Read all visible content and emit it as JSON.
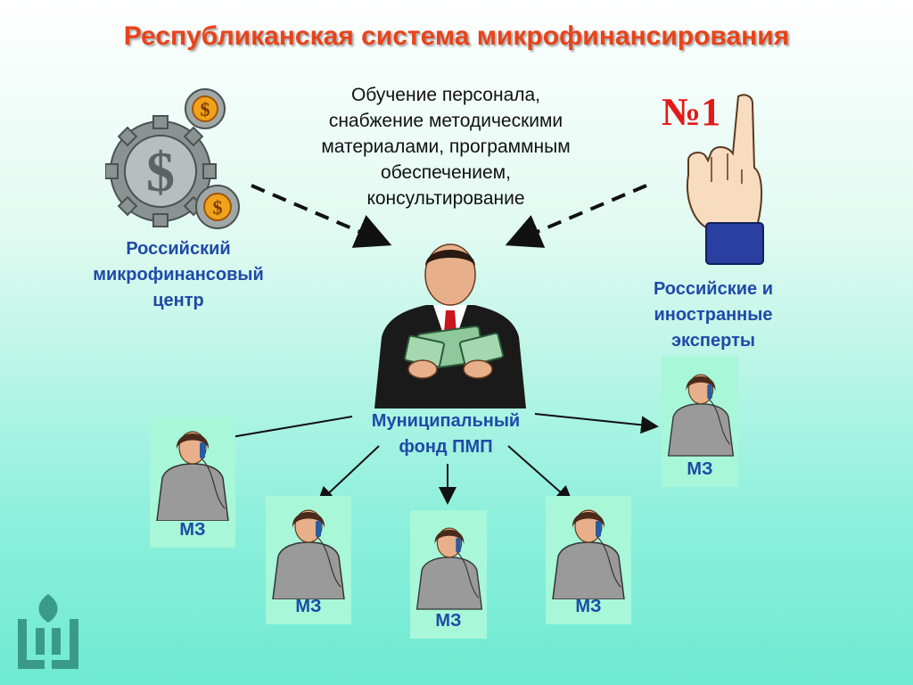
{
  "title": "Республиканская система микрофинансирования",
  "services": {
    "lines": [
      "Обучение персонала,",
      "снабжение методическими",
      "материалами, программным",
      "обеспечением,",
      "консультирование"
    ]
  },
  "rmc": {
    "lines": [
      "Российский",
      "микрофинансовый",
      "центр"
    ],
    "icon": "dollar-gears-icon"
  },
  "experts": {
    "lines": [
      "Российские и",
      "иностранные",
      "эксперты"
    ],
    "badge": "№1",
    "icon": "pointing-hand-icon"
  },
  "fund": {
    "lines": [
      "Муниципальный",
      "фонд ПМП"
    ],
    "icon": "businessman-with-money-icon"
  },
  "mz_units": [
    {
      "label": "МЗ"
    },
    {
      "label": "МЗ"
    },
    {
      "label": "МЗ"
    },
    {
      "label": "МЗ"
    },
    {
      "label": "МЗ"
    }
  ],
  "logo": {
    "icon": "organization-logo-icon"
  },
  "colors": {
    "title": "#e8431a",
    "label_blue": "#1f4aa8",
    "card": "#a8f7d8",
    "badge_red": "#e21a1a"
  }
}
